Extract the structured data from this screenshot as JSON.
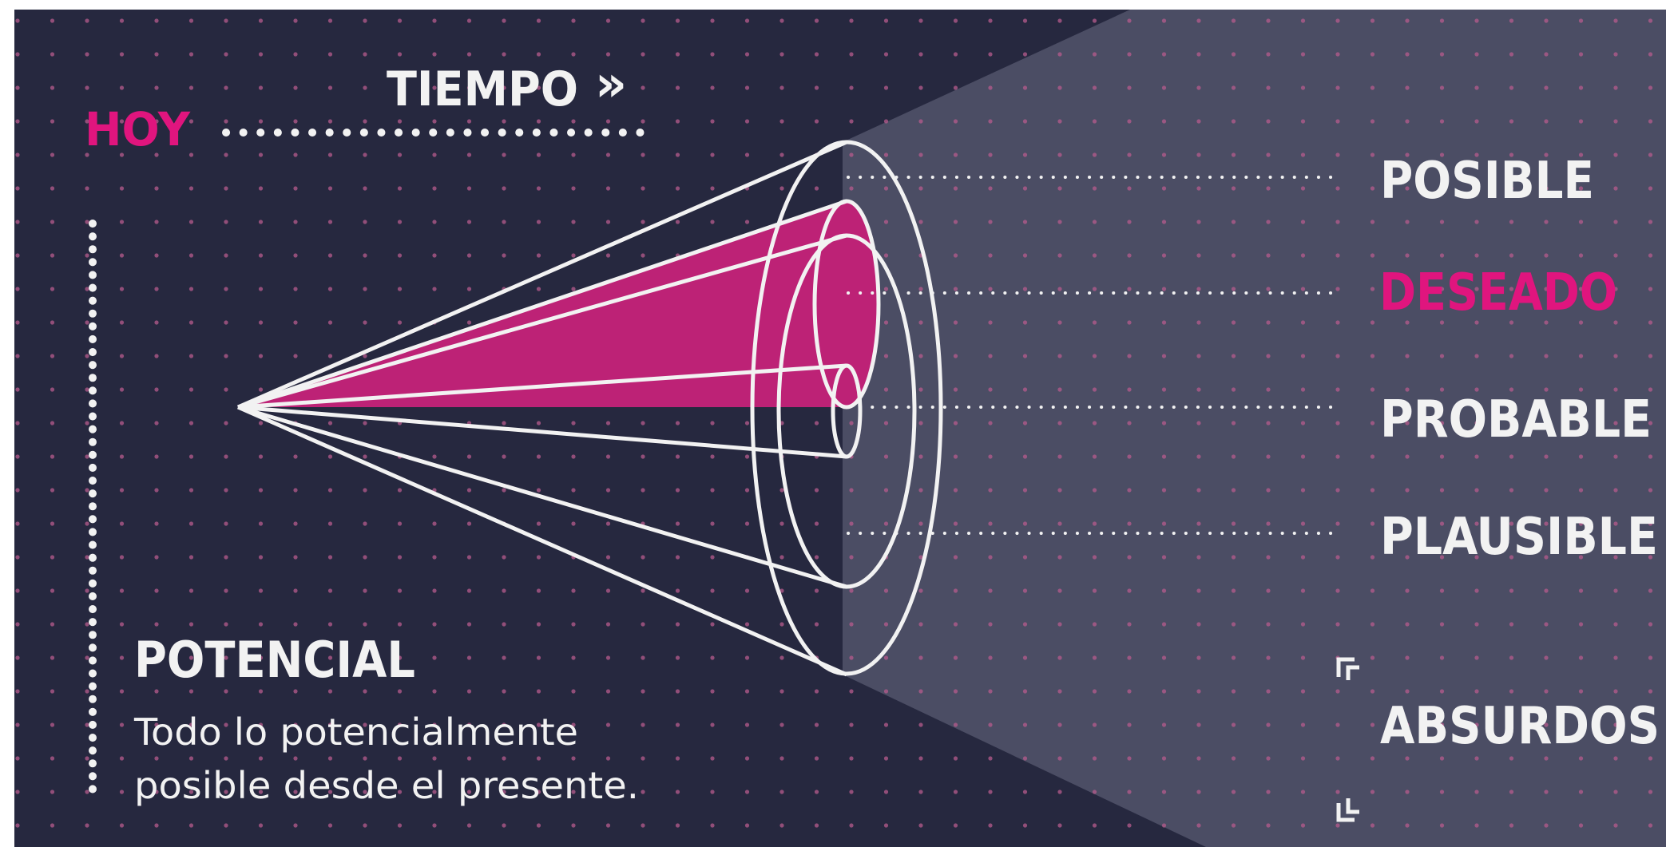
{
  "colors": {
    "background": "#26283f",
    "cone_light": "#4b4d64",
    "magenta": "#e0157e",
    "cone_fill": "#bd2276",
    "white": "#f2f2f2",
    "dot_grid": "#b55a8c"
  },
  "header": {
    "hoy": "HOY",
    "tiempo": "TIEMPO",
    "tiempo_arrows": "»"
  },
  "categories": [
    {
      "key": "posible",
      "label": "POSIBLE",
      "color": "#f2f2f2"
    },
    {
      "key": "deseado",
      "label": "DESEADO",
      "color": "#e0157e"
    },
    {
      "key": "probable",
      "label": "PROBABLE",
      "color": "#f2f2f2"
    },
    {
      "key": "plausible",
      "label": "PLAUSIBLE",
      "color": "#f2f2f2"
    }
  ],
  "absurdos": {
    "label": "ABSURDOS"
  },
  "potencial": {
    "title": "POTENCIAL",
    "line1": "Todo lo potencialmente",
    "line2": "posible desde el presente."
  },
  "icons": [
    "corner-bracket-icon"
  ]
}
